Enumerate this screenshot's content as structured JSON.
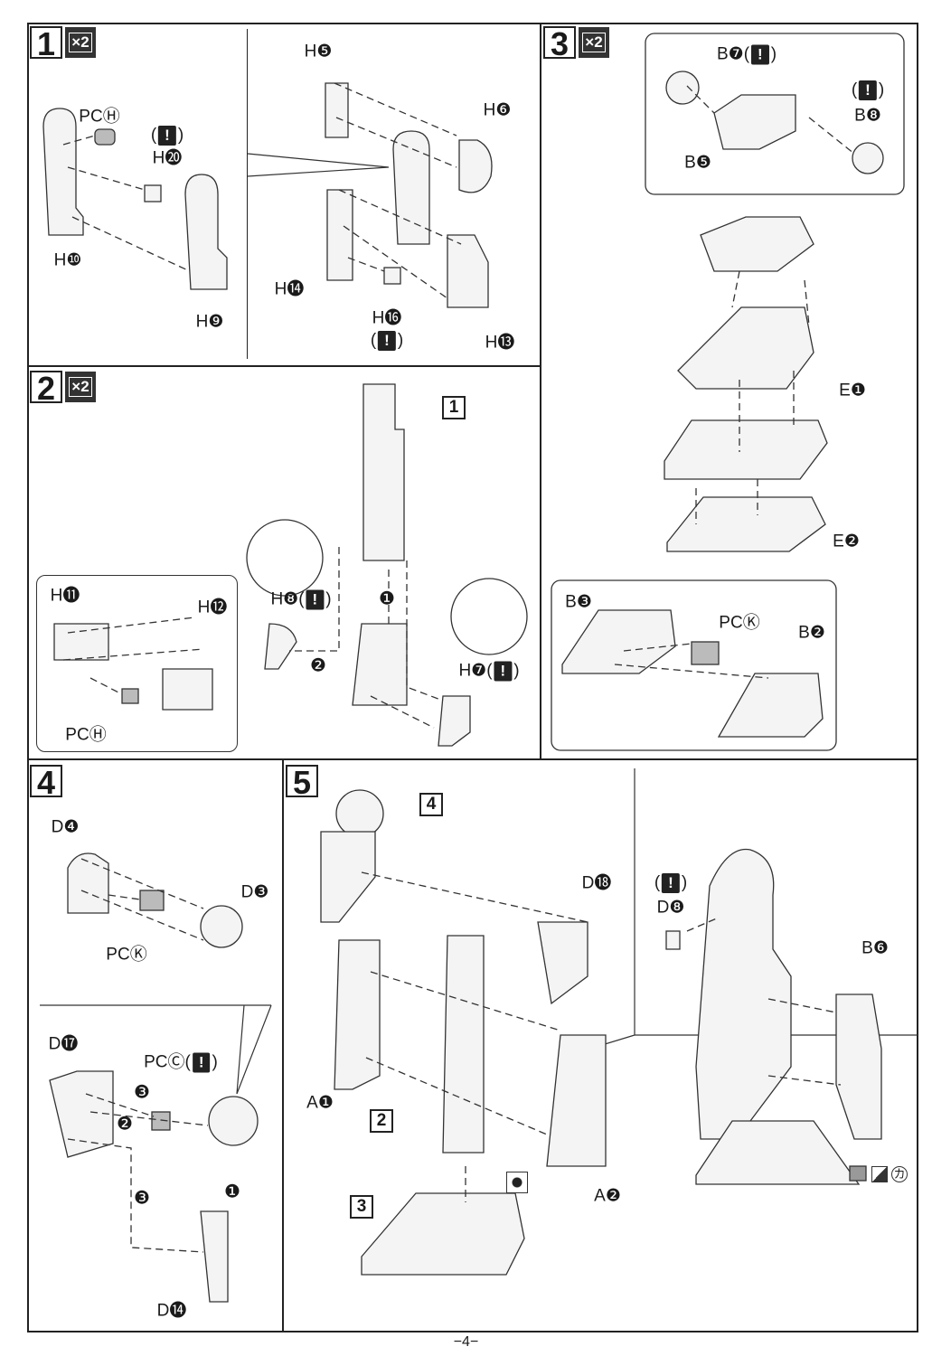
{
  "page_number": "−4−",
  "steps": [
    {
      "number": "1",
      "multiplier": "×2",
      "labels": {
        "h5": "H❺",
        "h6": "H❻",
        "pch": "PCⒽ",
        "h20_caution": "!",
        "h20": "H⓴",
        "h10": "H❿",
        "h9": "H❾",
        "h14": "H⓮",
        "h16": "H⓰",
        "h16_caution": "!",
        "h13": "H⓭"
      }
    },
    {
      "number": "2",
      "multiplier": "×2",
      "labels": {
        "ref_step": "1",
        "h8": "H❽",
        "h8_caution": "!",
        "h7": "H❼",
        "h7_caution": "!",
        "h11": "H⓫",
        "h12": "H⓬",
        "pch": "PCⒽ",
        "order1": "❶",
        "order2": "❷"
      }
    },
    {
      "number": "3",
      "multiplier": "×2",
      "labels": {
        "b7": "B❼",
        "b7_caution": "!",
        "b8_caution": "!",
        "b8": "B❽",
        "b5": "B❺",
        "e1": "E❶",
        "e2": "E❷",
        "b3": "B❸",
        "pck": "PCⓀ",
        "b2": "B❷"
      }
    },
    {
      "number": "4",
      "labels": {
        "d4": "D❹",
        "d3": "D❸",
        "pck": "PCⓀ",
        "d17": "D⓱",
        "pcc": "PCⒸ",
        "pcc_caution": "!",
        "order3a": "❸",
        "order2": "❷",
        "order1": "❶",
        "order3b": "❸",
        "d14": "D⓮"
      }
    },
    {
      "number": "5",
      "labels": {
        "ref4": "4",
        "d18": "D⓲",
        "a1": "A❶",
        "ref2": "2",
        "ref3": "3",
        "a2": "A❷",
        "d8_caution": "!",
        "d8": "D❽",
        "b6": "B❻",
        "sticker_mark": "カ"
      }
    }
  ]
}
